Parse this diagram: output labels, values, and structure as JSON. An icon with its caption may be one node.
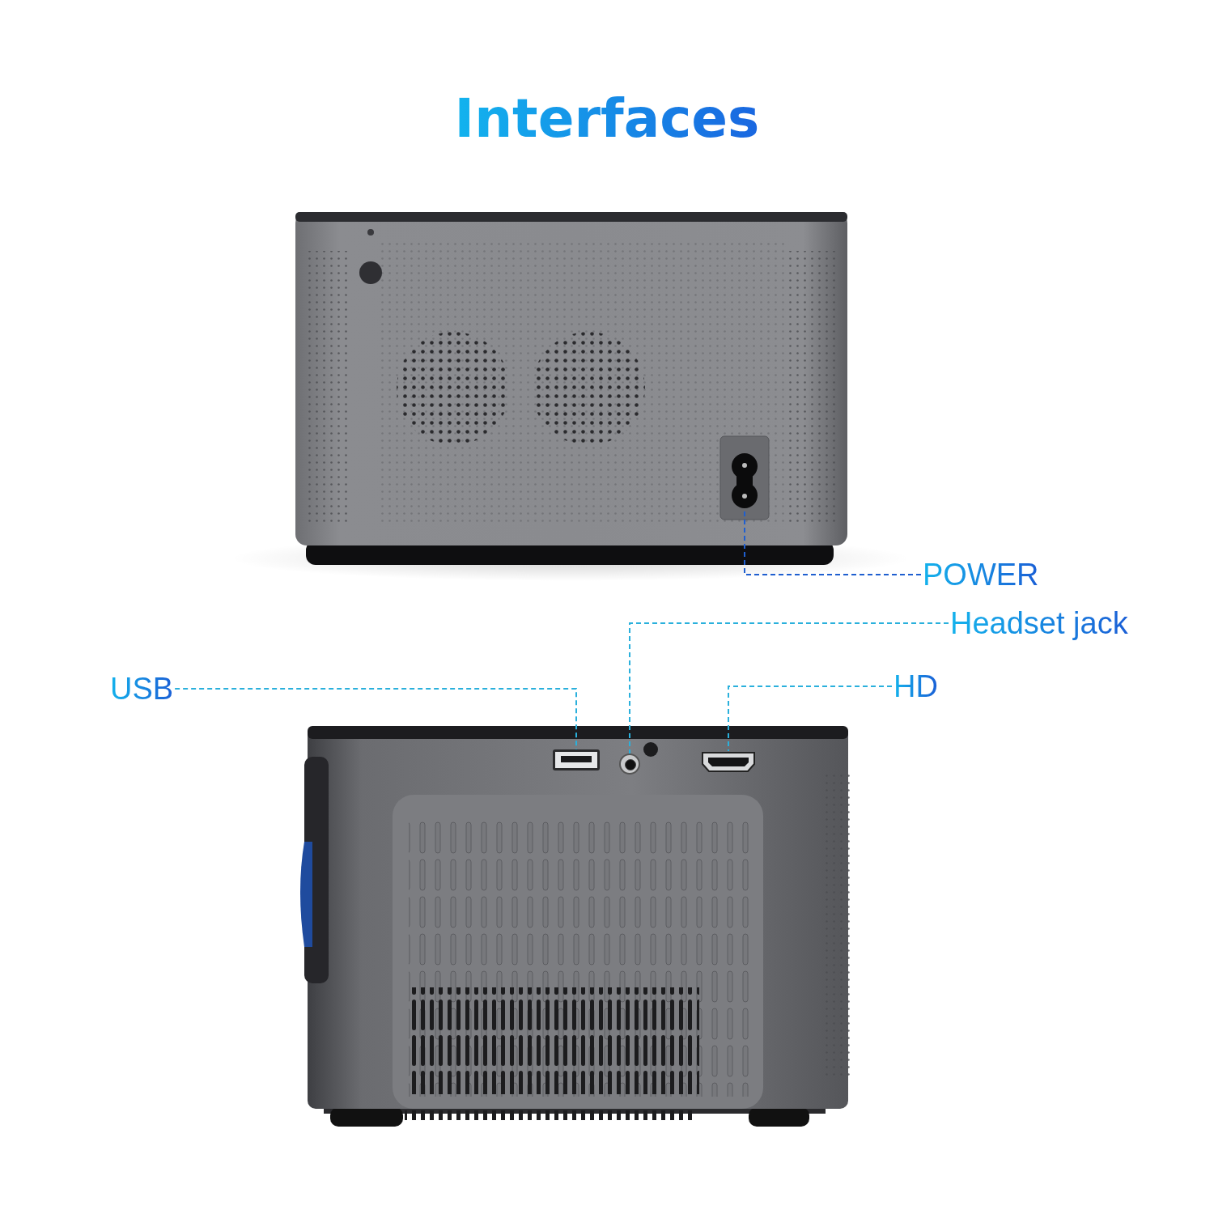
{
  "diagram": {
    "title": "Interfaces",
    "nodes": [
      {
        "text": [
          "POWER"
        ]
      },
      {
        "text": [],
        "shape": "picture"
      },
      {
        "text": [
          "Headset jack"
        ]
      },
      {
        "text": [],
        "shape": "circle"
      },
      {
        "text": [
          "USB"
        ]
      },
      {
        "text": [],
        "shape": "box"
      },
      {
        "text": [
          "HD"
        ]
      },
      {
        "text": [],
        "shape": "box"
      }
    ],
    "edges": [
      {
        "from": 0,
        "to": 1,
        "arrow": "none",
        "style": "dashed",
        "color": "#1f5fd0"
      },
      {
        "from": 2,
        "to": 3,
        "arrow": "none",
        "style": "dashed"
      },
      {
        "from": 4,
        "to": 5,
        "arrow": "none",
        "style": "dashed"
      },
      {
        "from": 6,
        "to": 7,
        "arrow": "none",
        "style": "dashed"
      }
    ]
  }
}
